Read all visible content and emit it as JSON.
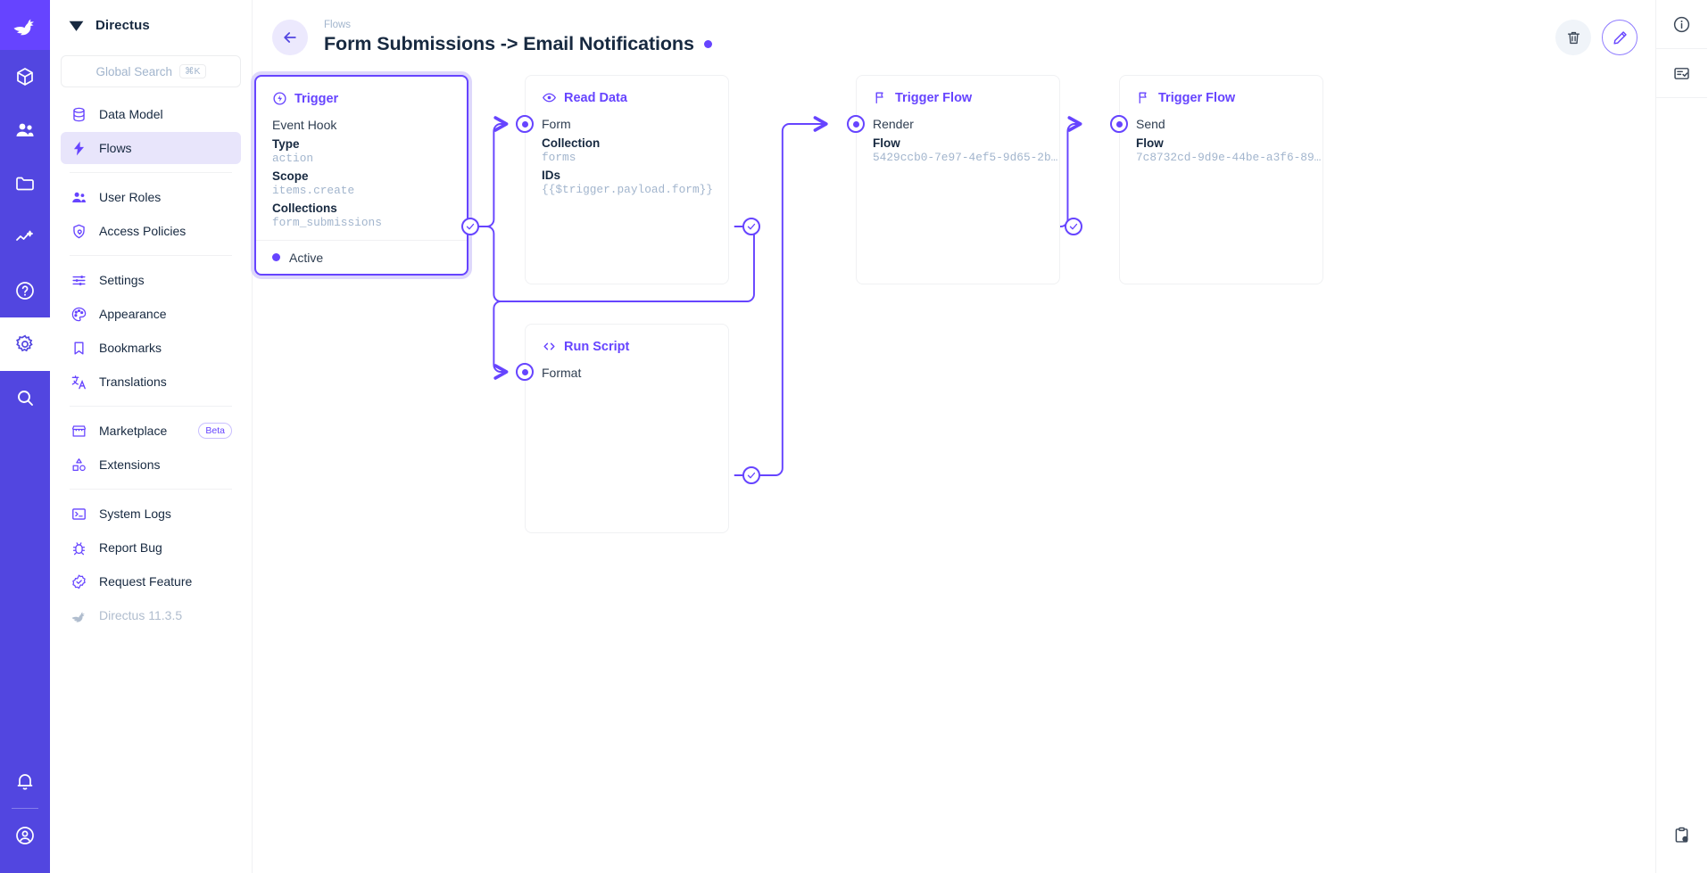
{
  "rail": {
    "items": [
      {
        "name": "directus-logo",
        "icon": "rabbit-logo"
      },
      {
        "name": "content",
        "icon": "box-icon"
      },
      {
        "name": "user-directory",
        "icon": "users-icon"
      },
      {
        "name": "file-library",
        "icon": "folder-icon"
      },
      {
        "name": "insights",
        "icon": "chart-line-icon"
      },
      {
        "name": "docs",
        "icon": "question-circle-icon"
      },
      {
        "name": "settings",
        "icon": "gear-icon"
      },
      {
        "name": "search",
        "icon": "search-icon"
      }
    ],
    "bottom": [
      {
        "name": "notifications",
        "icon": "bell-icon"
      },
      {
        "name": "account",
        "icon": "user-circle-icon"
      }
    ]
  },
  "sidebar": {
    "title": "Directus",
    "search": {
      "placeholder": "Global Search",
      "shortcut": "⌘K"
    },
    "groups": [
      {
        "items": [
          {
            "label": "Data Model",
            "icon": "database-icon"
          },
          {
            "label": "Flows",
            "icon": "bolt-icon",
            "active": true
          }
        ]
      },
      {
        "items": [
          {
            "label": "User Roles",
            "icon": "users-icon"
          },
          {
            "label": "Access Policies",
            "icon": "shield-lock-icon"
          }
        ]
      },
      {
        "items": [
          {
            "label": "Settings",
            "icon": "sliders-icon"
          },
          {
            "label": "Appearance",
            "icon": "palette-icon"
          },
          {
            "label": "Bookmarks",
            "icon": "bookmark-icon"
          },
          {
            "label": "Translations",
            "icon": "translate-icon"
          }
        ]
      },
      {
        "items": [
          {
            "label": "Marketplace",
            "icon": "store-icon",
            "badge": "Beta"
          },
          {
            "label": "Extensions",
            "icon": "extensions-icon"
          }
        ]
      },
      {
        "items": [
          {
            "label": "System Logs",
            "icon": "terminal-icon"
          },
          {
            "label": "Report Bug",
            "icon": "bug-icon"
          },
          {
            "label": "Request Feature",
            "icon": "badge-check-icon"
          },
          {
            "label": "Directus 11.3.5",
            "icon": "rabbit-icon",
            "muted": true
          }
        ]
      }
    ]
  },
  "header": {
    "breadcrumb": "Flows",
    "title": "Form Submissions -> Email Notifications",
    "status_color": "#6644ff",
    "back_icon": "arrow-left-icon",
    "actions": [
      {
        "name": "delete-flow-button",
        "icon": "trash-icon"
      },
      {
        "name": "edit-flow-button",
        "icon": "pencil-icon"
      }
    ]
  },
  "right_rail": {
    "items": [
      {
        "name": "flow-info-button",
        "icon": "info-circle-icon"
      },
      {
        "name": "flow-logs-button",
        "icon": "list-check-icon"
      }
    ],
    "bottom": [
      {
        "name": "clipboard-history-button",
        "icon": "clipboard-clock-icon"
      }
    ]
  },
  "canvas": {
    "accent": "#6644ff",
    "panels": [
      {
        "id": "trigger",
        "type": "trigger",
        "header_icon": "trigger-circle-icon",
        "header": "Trigger",
        "name": "Event Hook",
        "fields": [
          {
            "key": "Type",
            "value": "action"
          },
          {
            "key": "Scope",
            "value": "items.create"
          },
          {
            "key": "Collections",
            "value": "form_submissions"
          }
        ],
        "status": "Active"
      },
      {
        "id": "read-data",
        "header_icon": "eye-icon",
        "header": "Read Data",
        "name": "Form",
        "fields": [
          {
            "key": "Collection",
            "value": "forms"
          },
          {
            "key": "IDs",
            "value": "{{$trigger.payload.form}}"
          }
        ]
      },
      {
        "id": "run-script",
        "header_icon": "code-icon",
        "header": "Run Script",
        "name": "Format",
        "fields": []
      },
      {
        "id": "trigger-flow-render",
        "header_icon": "flag-icon",
        "header": "Trigger Flow",
        "name": "Render",
        "fields": [
          {
            "key": "Flow",
            "value": "5429ccb0-7e97-4ef5-9d65-2b…"
          }
        ]
      },
      {
        "id": "trigger-flow-send",
        "header_icon": "flag-icon",
        "header": "Trigger Flow",
        "name": "Send",
        "fields": [
          {
            "key": "Flow",
            "value": "7c8732cd-9d9e-44be-a3f6-89…"
          }
        ]
      }
    ]
  }
}
